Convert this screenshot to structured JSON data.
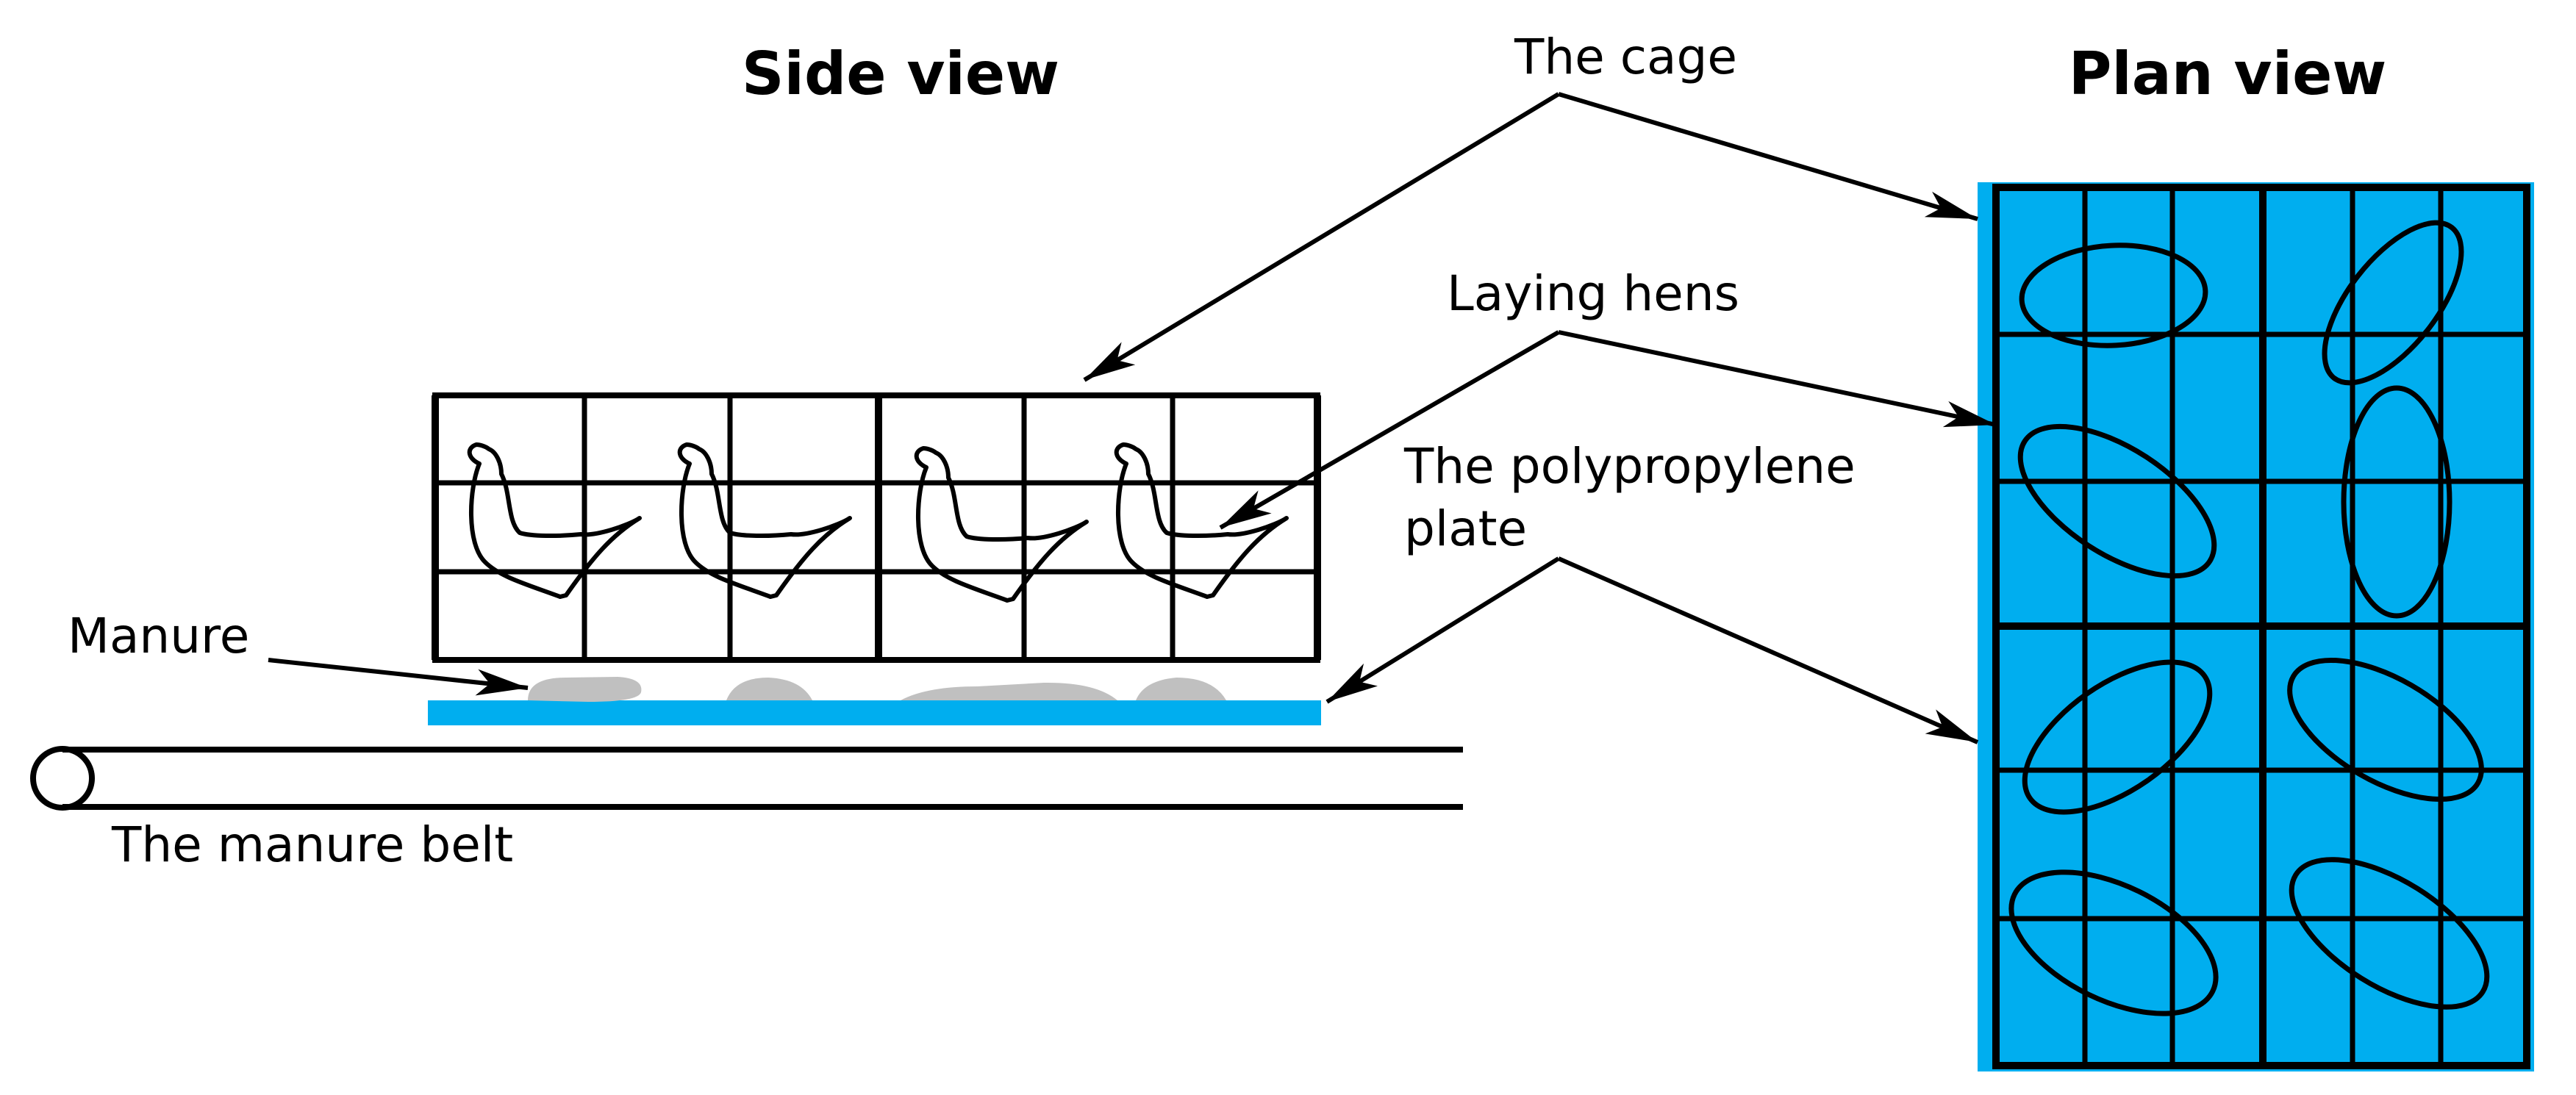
{
  "titles": {
    "side_view": "Side view",
    "plan_view": "Plan view"
  },
  "labels": {
    "cage": "The cage",
    "laying_hens": "Laying hens",
    "plate_line1": "The polypropylene",
    "plate_line2": "plate",
    "manure": "Manure",
    "manure_belt": "The manure belt"
  },
  "colors": {
    "plate": "#00aeef",
    "manure": "#c0c0c0",
    "outline": "#000000"
  },
  "icons": {
    "hen_side": "hen-outline-icon",
    "hen_plan": "hen-ellipse-icon"
  }
}
